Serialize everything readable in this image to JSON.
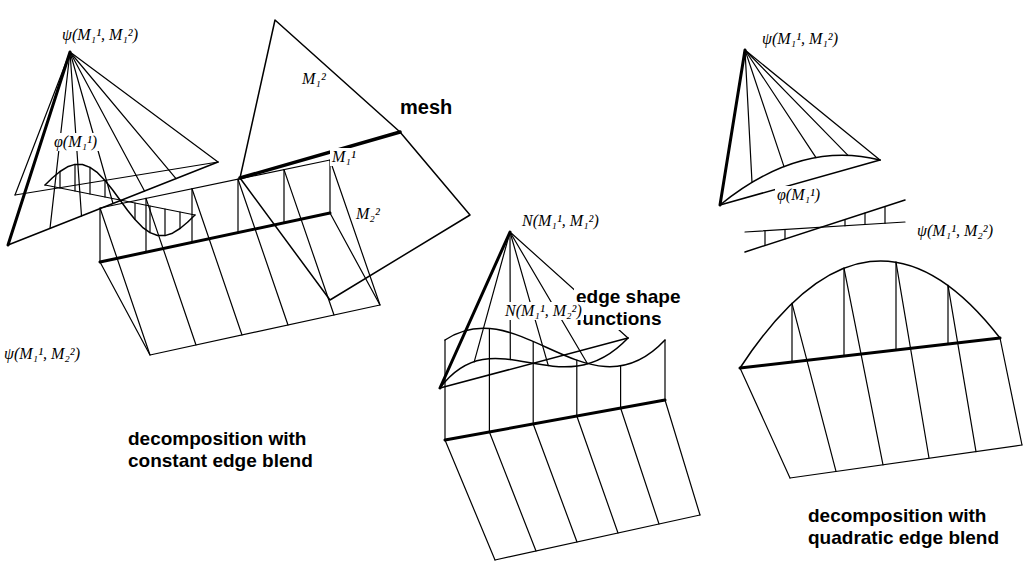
{
  "diagram": {
    "labels": [
      "ψ(M₁¹, M₁²)",
      "M₁²",
      "M₁¹",
      "mesh",
      "M₂²",
      "ψ(M₁¹, M₁²)",
      "φ(M₁¹)",
      "N(M₁¹, M₁²)",
      "φ(M₁¹)",
      "ψ(M₁¹, M₂²)",
      "edge shape functions",
      "N(M₁¹, M₂²)",
      "ψ(M₁¹, M₂²)",
      "decomposition with constant edge blend",
      "decomposition with quadratic edge blend"
    ]
  }
}
